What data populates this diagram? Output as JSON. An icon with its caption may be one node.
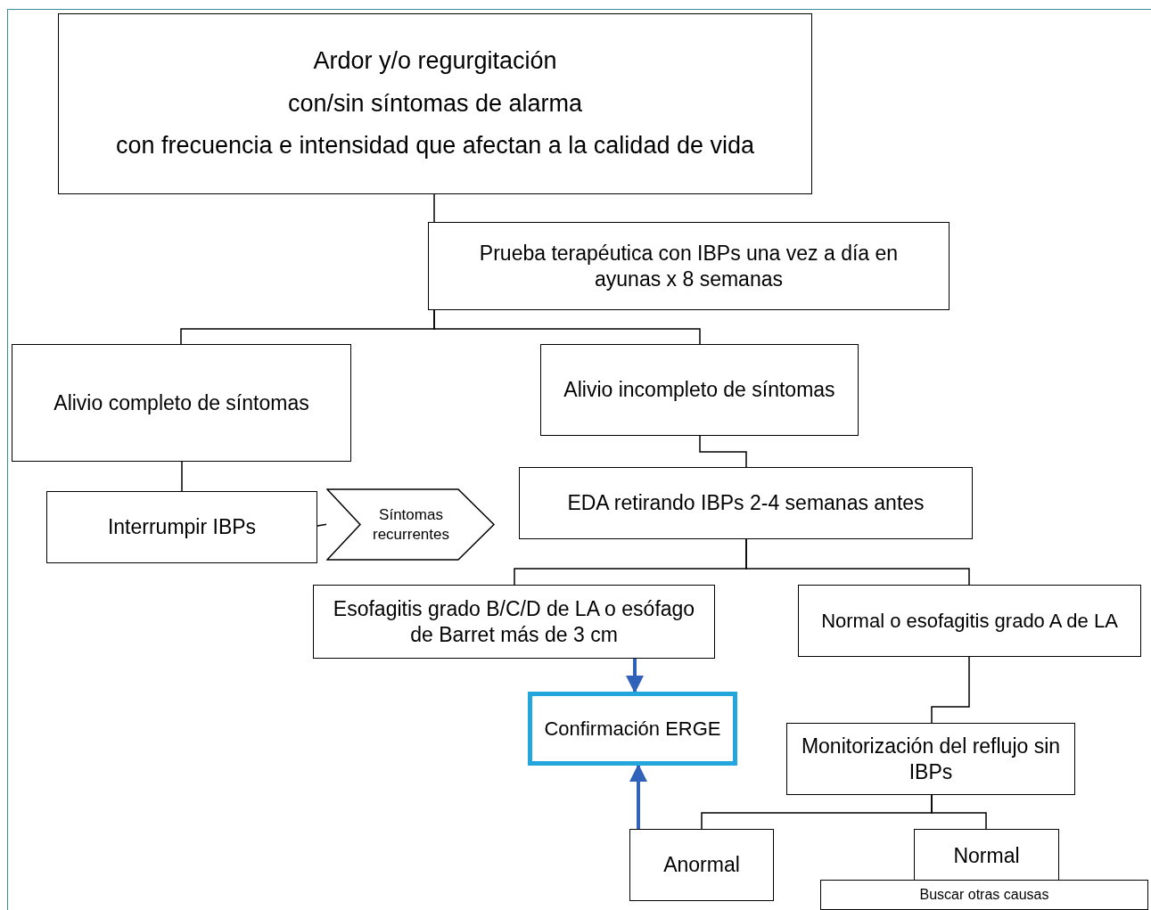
{
  "diagram": {
    "nodes": [
      {
        "text": [
          "Ardor y/o regurgitación",
          "con/sin síntomas de alarma",
          "con frecuencia e intensidad que afectan a la calidad de vida"
        ]
      },
      {
        "text": [
          "Prueba terapéutica con IBPs una vez a día en ayunas x 8 semanas"
        ]
      },
      {
        "text": [
          "Alivio completo de síntomas"
        ]
      },
      {
        "text": [
          "Alivio incompleto de síntomas"
        ]
      },
      {
        "text": [
          "Interrumpir IBPs"
        ]
      },
      {
        "text": [
          "Síntomas recurrentes"
        ]
      },
      {
        "text": [
          "EDA retirando IBPs 2-4 semanas antes"
        ]
      },
      {
        "text": [
          "Esofagitis grado B/C/D de LA o esófago de Barret más de 3 cm"
        ]
      },
      {
        "text": [
          "Normal o esofagitis grado A de LA"
        ]
      },
      {
        "text": [
          "Confirmación ERGE"
        ]
      },
      {
        "text": [
          "Monitorización del reflujo sin IBPs"
        ]
      },
      {
        "text": [
          "Anormal"
        ]
      },
      {
        "text": [
          "Normal"
        ]
      },
      {
        "text": [
          "Buscar otras causas"
        ]
      }
    ],
    "edges": [
      {
        "from": 0,
        "to": 1,
        "arrow": "none"
      },
      {
        "from": 1,
        "to": 2,
        "arrow": "none"
      },
      {
        "from": 1,
        "to": 3,
        "arrow": "none"
      },
      {
        "from": 2,
        "to": 4,
        "arrow": "none"
      },
      {
        "from": 4,
        "to": 5,
        "arrow": "none"
      },
      {
        "from": 3,
        "to": 6,
        "arrow": "none"
      },
      {
        "from": 6,
        "to": 7,
        "arrow": "none"
      },
      {
        "from": 6,
        "to": 8,
        "arrow": "none"
      },
      {
        "from": 7,
        "to": 9,
        "arrow": "to",
        "style": "thick",
        "color": "#2f62b8"
      },
      {
        "from": 11,
        "to": 9,
        "arrow": "to",
        "style": "thick",
        "color": "#2f62b8"
      },
      {
        "from": 8,
        "to": 10,
        "arrow": "none"
      },
      {
        "from": 10,
        "to": 11,
        "arrow": "none"
      },
      {
        "from": 10,
        "to": 12,
        "arrow": "none"
      }
    ]
  }
}
